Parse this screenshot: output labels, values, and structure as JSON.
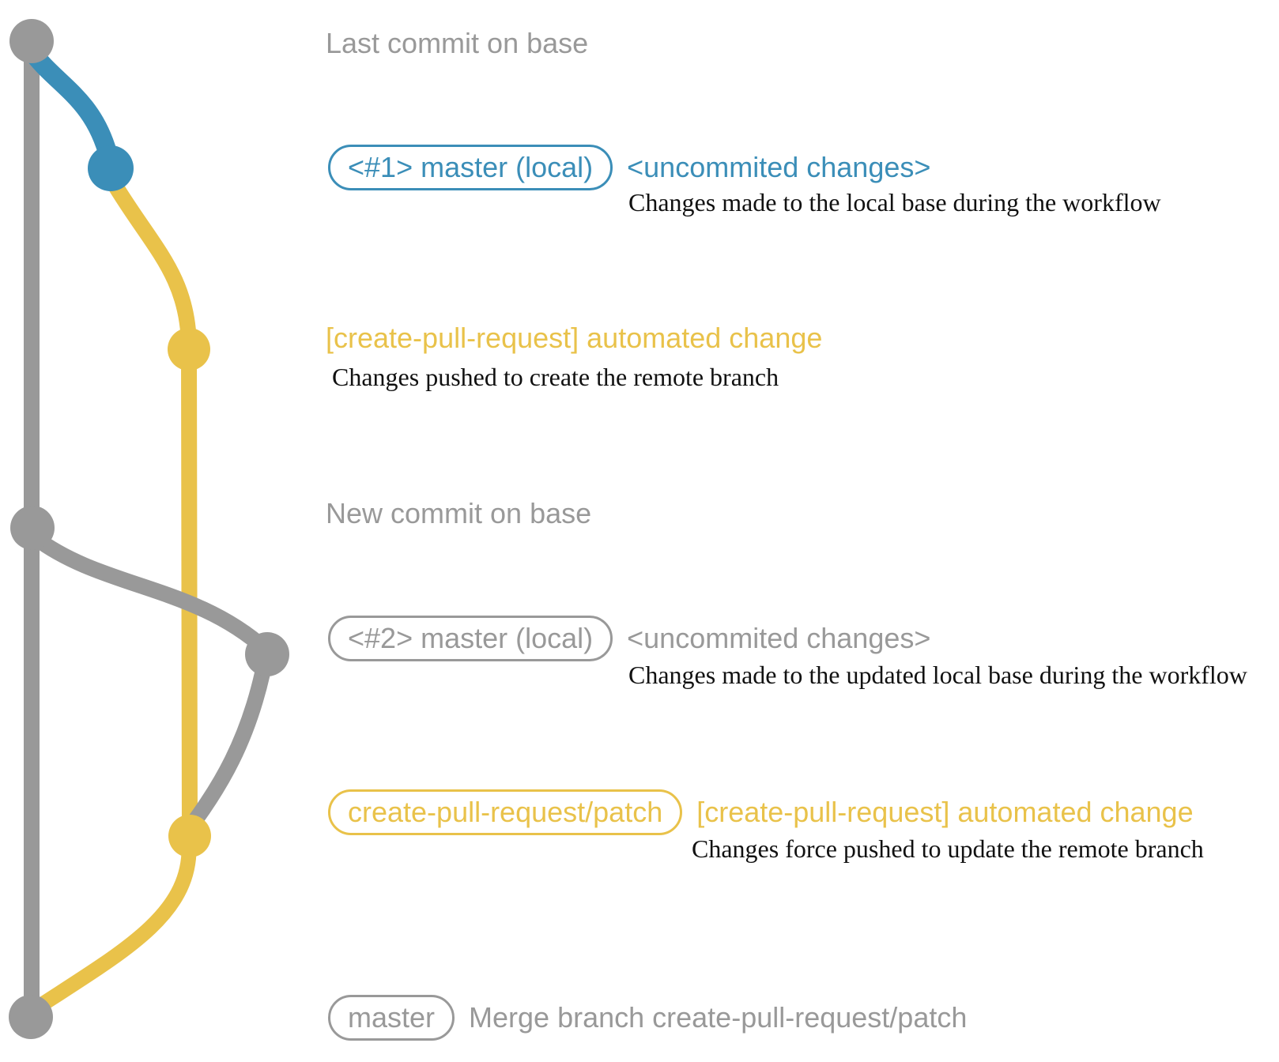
{
  "colors": {
    "gray": "#999999",
    "blue": "#3B8EB8",
    "yellow": "#E9C24A",
    "caption": "#111111",
    "background": "#ffffff"
  },
  "graph": {
    "nodes": [
      {
        "name": "last-commit-on-base",
        "color": "gray"
      },
      {
        "name": "local-commit-1",
        "color": "blue"
      },
      {
        "name": "remote-branch-commit-1",
        "color": "yellow"
      },
      {
        "name": "new-commit-on-base",
        "color": "gray"
      },
      {
        "name": "local-commit-2",
        "color": "gray"
      },
      {
        "name": "remote-branch-commit-2",
        "color": "yellow"
      },
      {
        "name": "merge-commit",
        "color": "gray"
      }
    ]
  },
  "annotations": {
    "row1": {
      "label": "Last commit on base"
    },
    "row2": {
      "badge": "<#1> master (local)",
      "note": "<uncommited changes>",
      "caption": "Changes made to the local base during the workflow"
    },
    "row3": {
      "note": "[create-pull-request] automated change",
      "caption": "Changes pushed to create the remote branch"
    },
    "row4": {
      "label": "New commit on base"
    },
    "row5": {
      "badge": "<#2> master (local)",
      "note": "<uncommited changes>",
      "caption": "Changes made to the updated local base during the workflow"
    },
    "row6": {
      "badge": "create-pull-request/patch",
      "note": "[create-pull-request] automated change",
      "caption": "Changes force pushed to update the remote branch"
    },
    "row7": {
      "badge": "master",
      "note": "Merge branch create-pull-request/patch"
    }
  }
}
